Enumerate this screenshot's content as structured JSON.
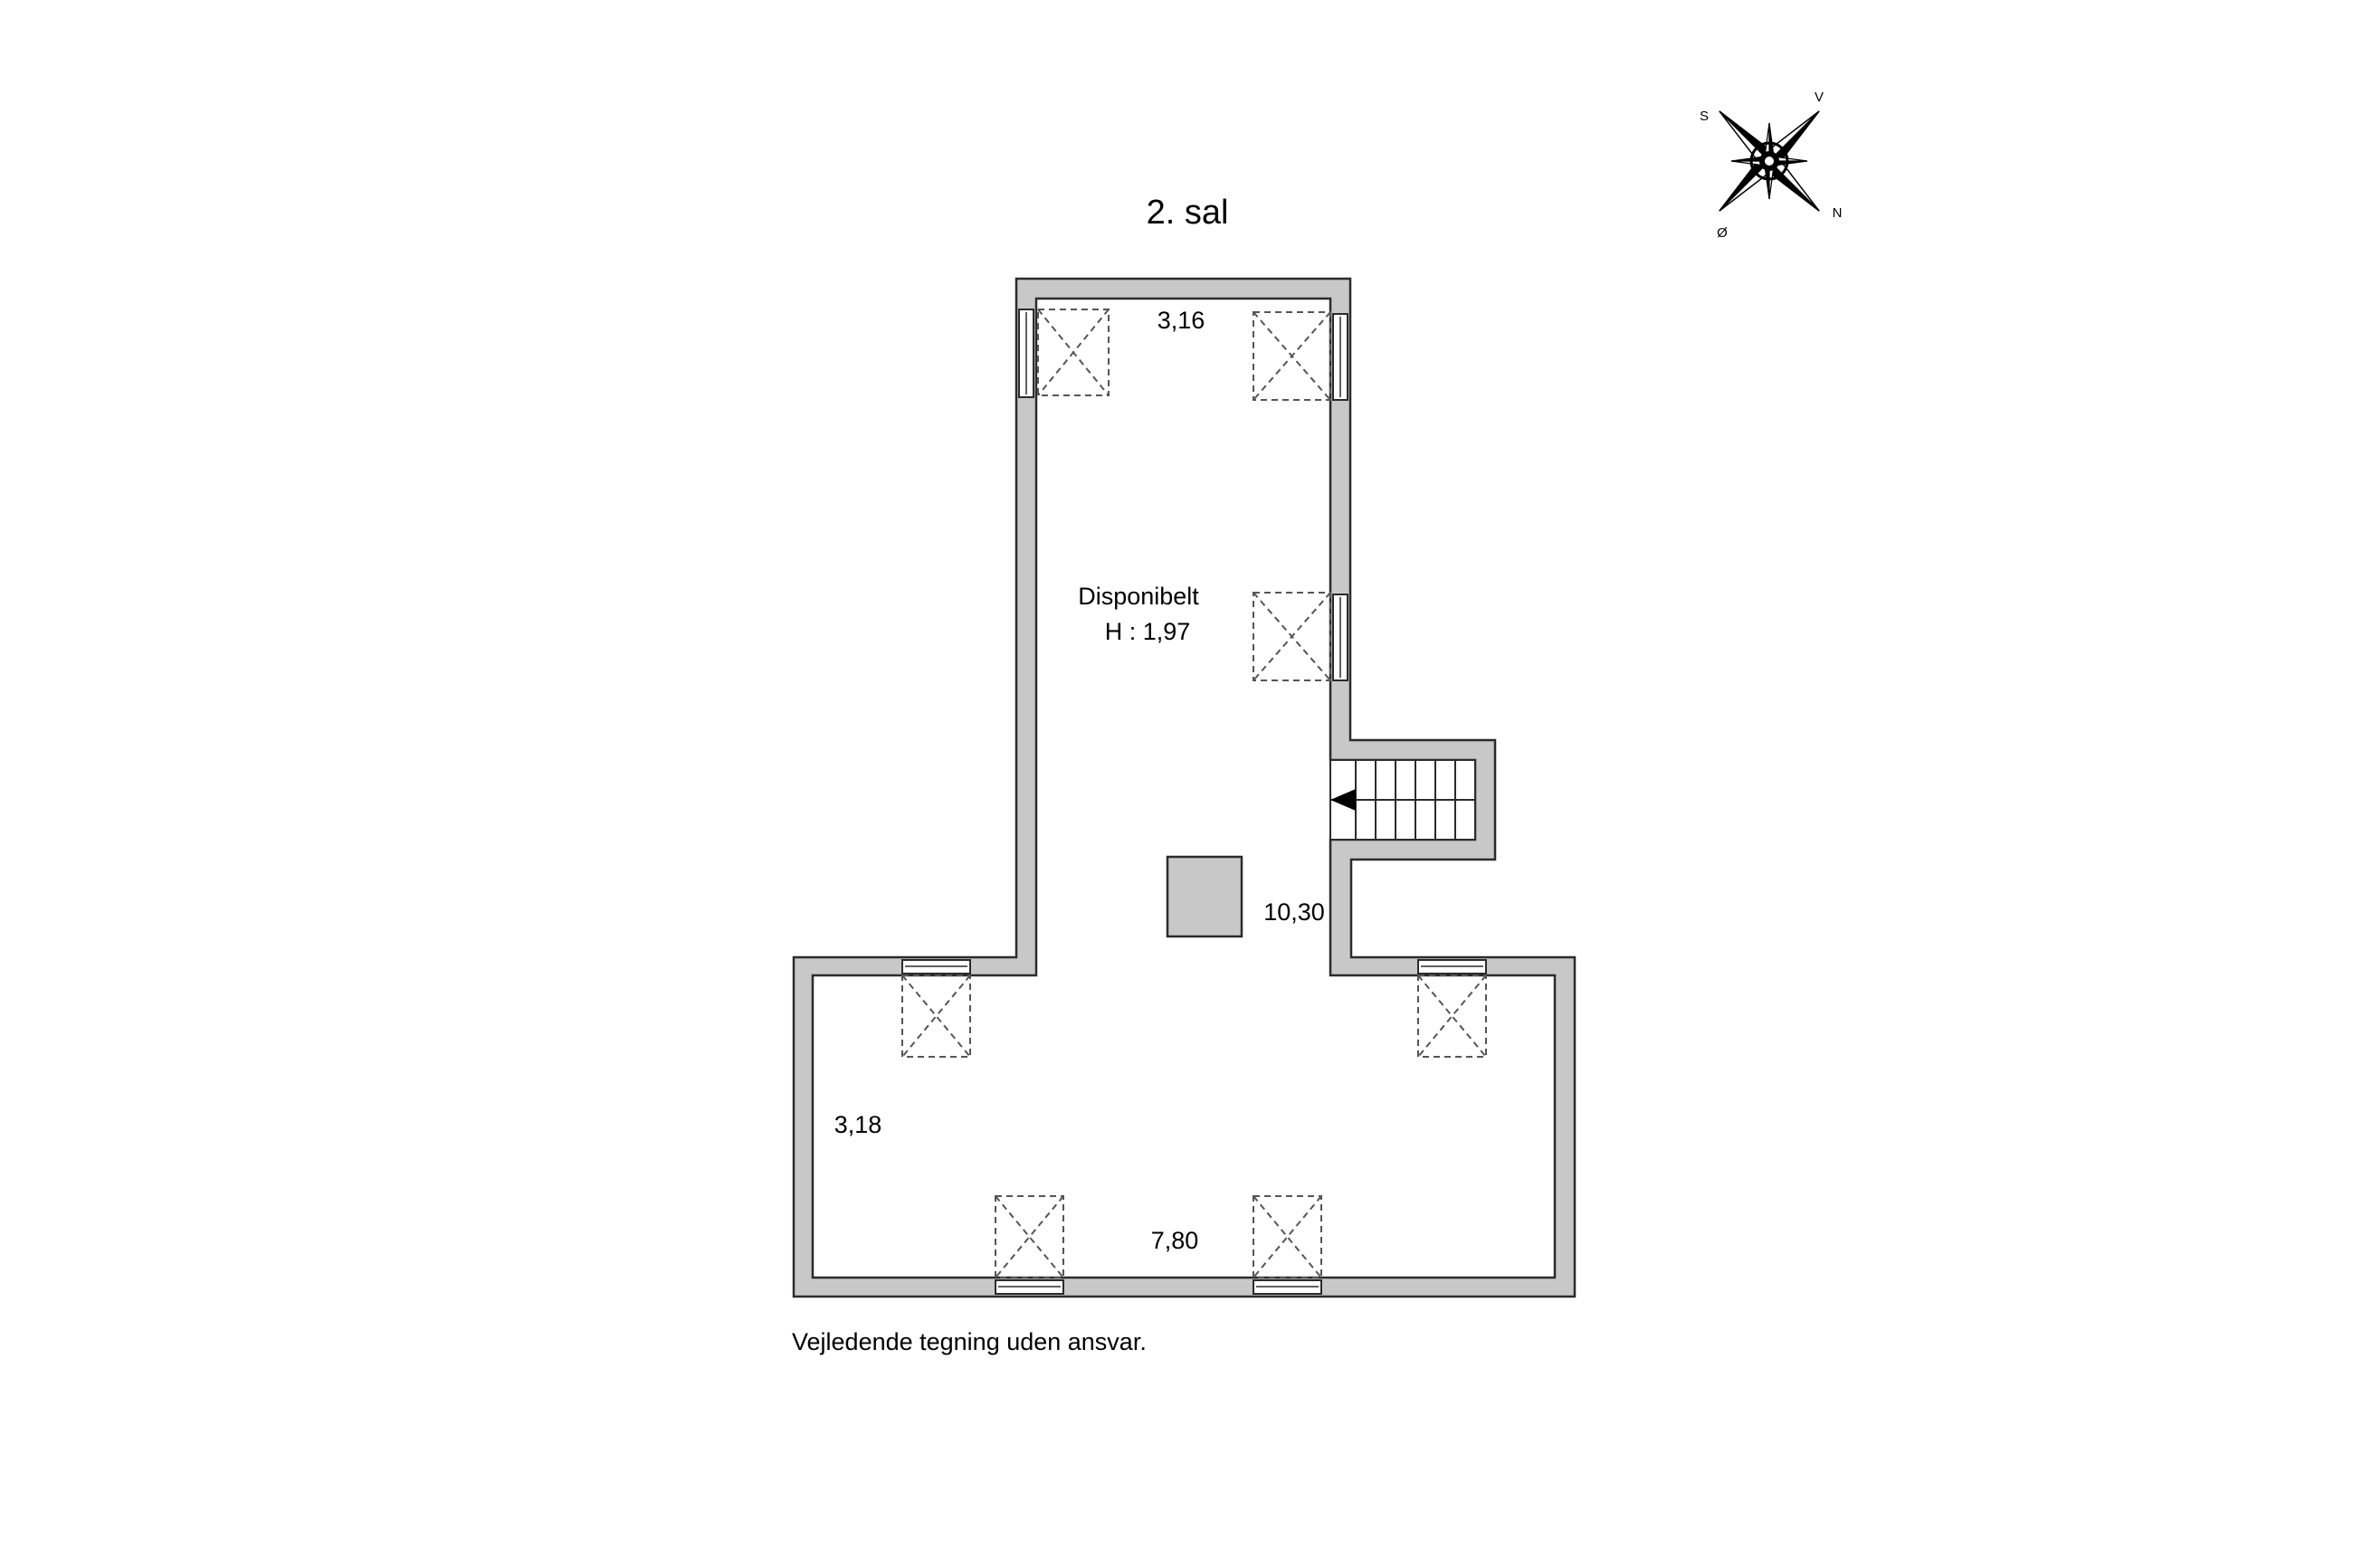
{
  "floor_label": "2. sal",
  "room": {
    "name": "Disponibelt",
    "height": "H : 1,97"
  },
  "dimensions": {
    "top_width": "3,16",
    "right_length": "10,30",
    "left_width": "3,18",
    "bottom_width": "7,80"
  },
  "compass": {
    "labels": {
      "north": "N",
      "south": "S",
      "east": "Ø",
      "west": "V"
    }
  },
  "disclaimer": "Vejledende tegning uden ansvar.",
  "colors": {
    "wall_fill": "#c8c8c8",
    "wall_stroke": "#2b2b2b",
    "chimney_fill": "#c8c8c8",
    "background": "#ffffff"
  },
  "icons": {
    "compass": "compass-rose-icon",
    "stair_arrow": "arrow-left-icon"
  }
}
